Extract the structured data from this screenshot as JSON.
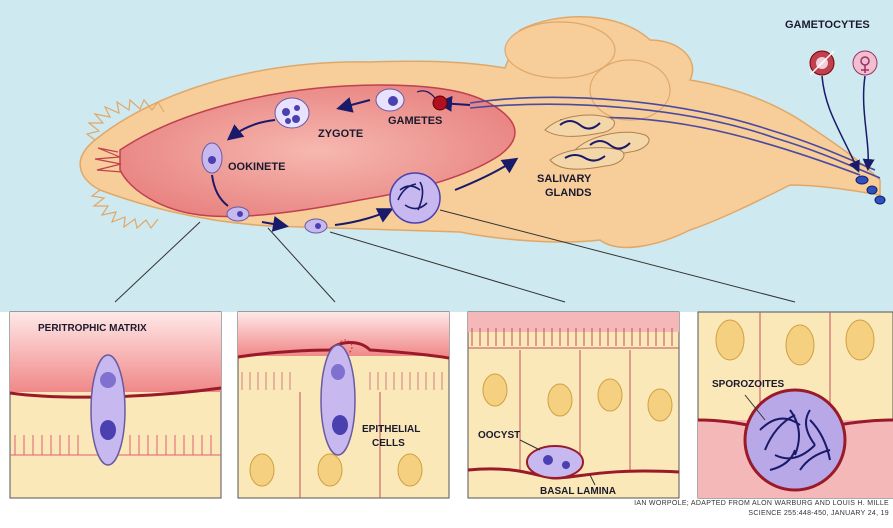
{
  "labels": {
    "gametocytes": "GAMETOCYTES",
    "gametes": "GAMETES",
    "zygote": "ZYGOTE",
    "ookinete": "OOKINETE",
    "salivary_1": "SALIVARY",
    "salivary_2": "GLANDS",
    "peritrophic": "PERITROPHIC MATRIX",
    "epithelial_1": "EPITHELIAL",
    "epithelial_2": "CELLS",
    "oocyst": "OOCYST",
    "basal": "BASAL LAMINA",
    "sporozoites": "SPOROZOITES"
  },
  "credit": {
    "line1": "IAN WORPOLE; ADAPTED FROM ALON WARBURG AND LOUIS H. MILLE",
    "line2": "SCIENCE 255:448-450, JANUARY 24, 19"
  },
  "colors": {
    "background": "#cfe9f0",
    "mosquito_body": "#f5c48e",
    "midgut": "#f0a0a0",
    "panel_lumen": "#f5b8b8",
    "panel_tissue": "#fbe8b8",
    "membrane": "#9a1a2a",
    "parasite": "#c8b8f0",
    "parasite_nucleus": "#4a40b0"
  }
}
